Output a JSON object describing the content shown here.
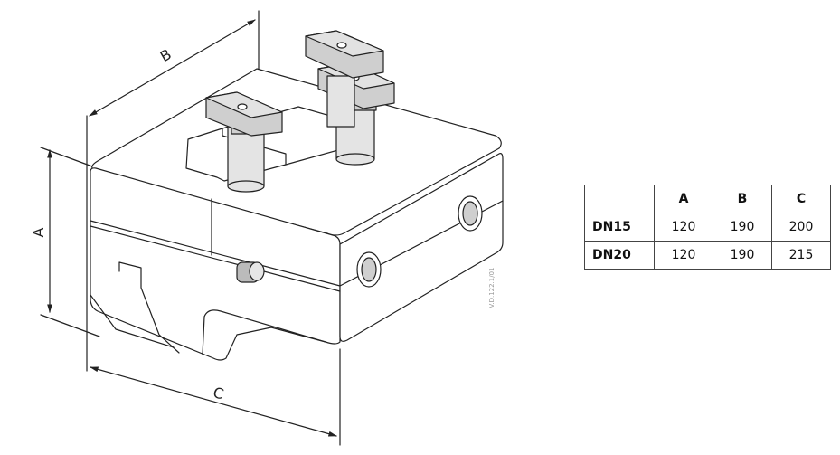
{
  "dimension_labels": {
    "a": "A",
    "b": "B",
    "c": "C"
  },
  "drawing_code": "V.D.122.1/01",
  "table": {
    "columns": [
      "",
      "A",
      "B",
      "C"
    ],
    "rows": [
      {
        "label": "DN15",
        "values": [
          "120",
          "190",
          "200"
        ]
      },
      {
        "label": "DN20",
        "values": [
          "120",
          "190",
          "215"
        ]
      }
    ]
  }
}
